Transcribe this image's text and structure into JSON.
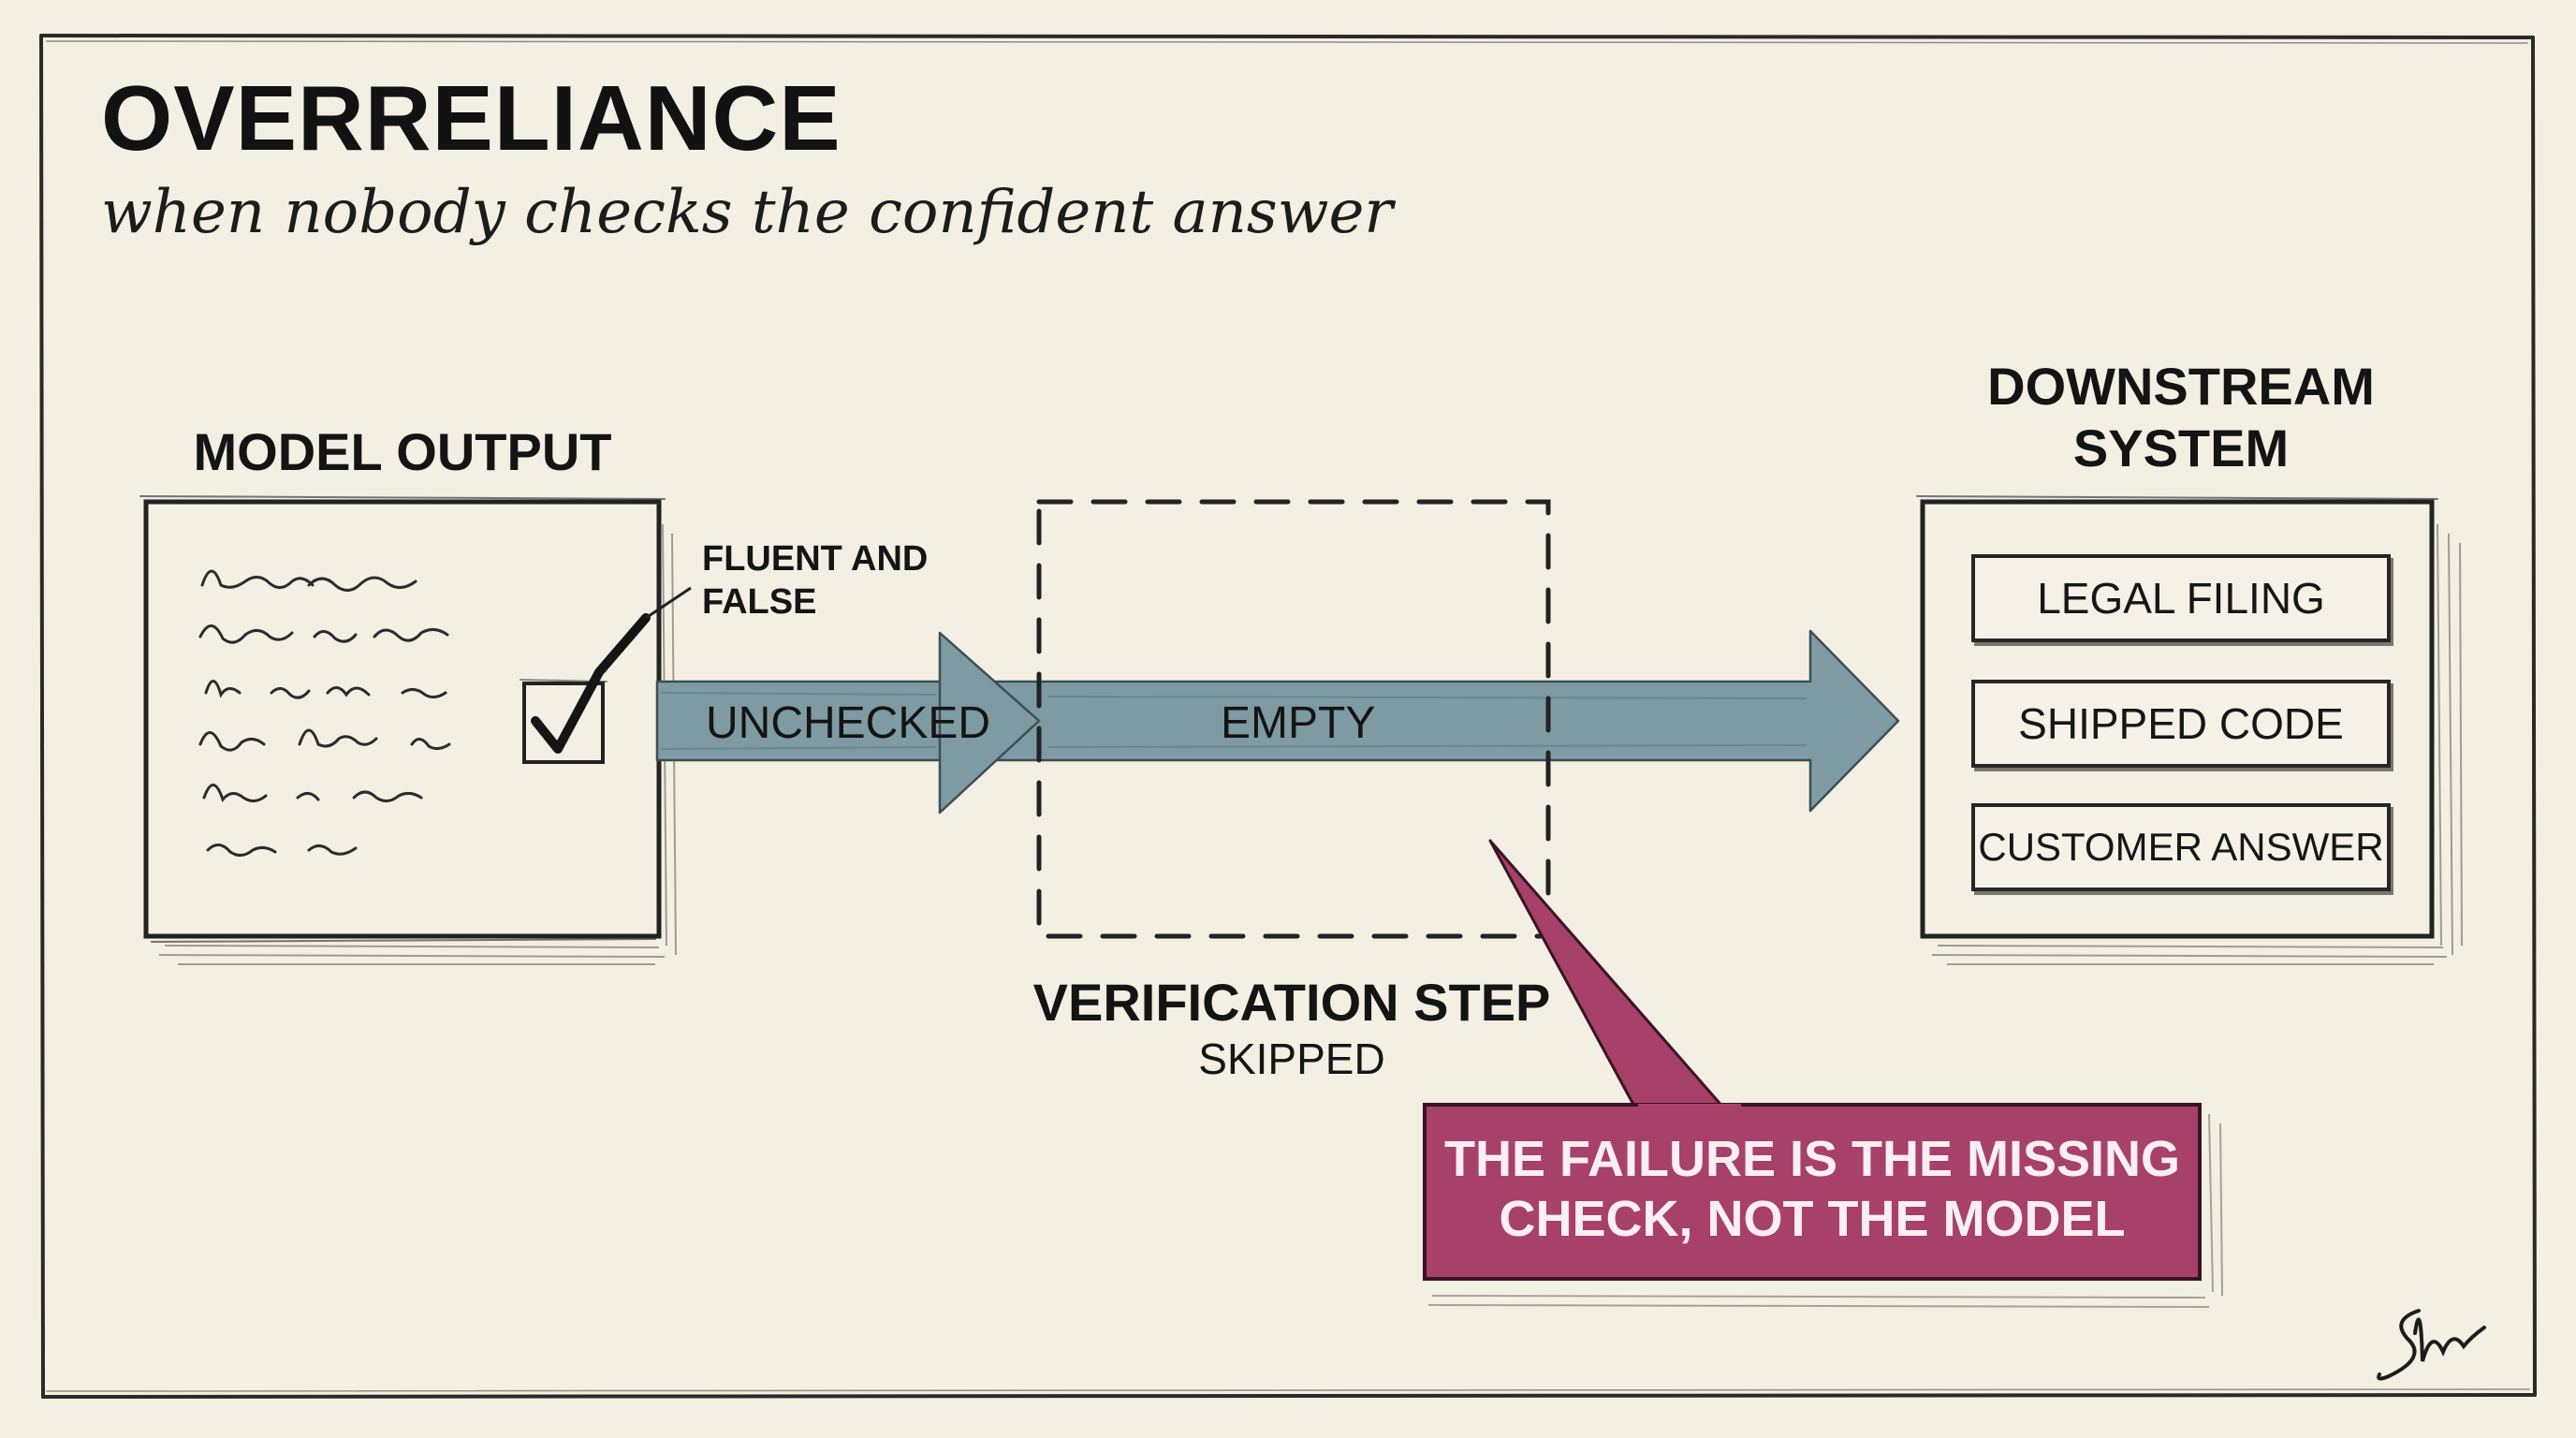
{
  "header": {
    "title": "OVERRELIANCE",
    "subtitle": "when nobody checks the confident answer"
  },
  "model_output": {
    "title": "MODEL OUTPUT",
    "note": "FLUENT AND FALSE"
  },
  "arrow": {
    "left_label": "UNCHECKED",
    "middle_label": "EMPTY"
  },
  "verification": {
    "title": "VERIFICATION STEP",
    "status": "SKIPPED"
  },
  "downstream": {
    "title": "DOWNSTREAM SYSTEM",
    "items": [
      "LEGAL FILING",
      "SHIPPED CODE",
      "CUSTOMER ANSWER"
    ]
  },
  "callout": {
    "text": "THE FAILURE IS THE MISSING CHECK, NOT THE MODEL"
  },
  "colors": {
    "background": "#f4efe3",
    "arrow": "#7e9aa3",
    "callout": "#a7416a",
    "ink": "#1a1a1a"
  },
  "icons": [
    "checkmark-icon",
    "signature-mark"
  ]
}
